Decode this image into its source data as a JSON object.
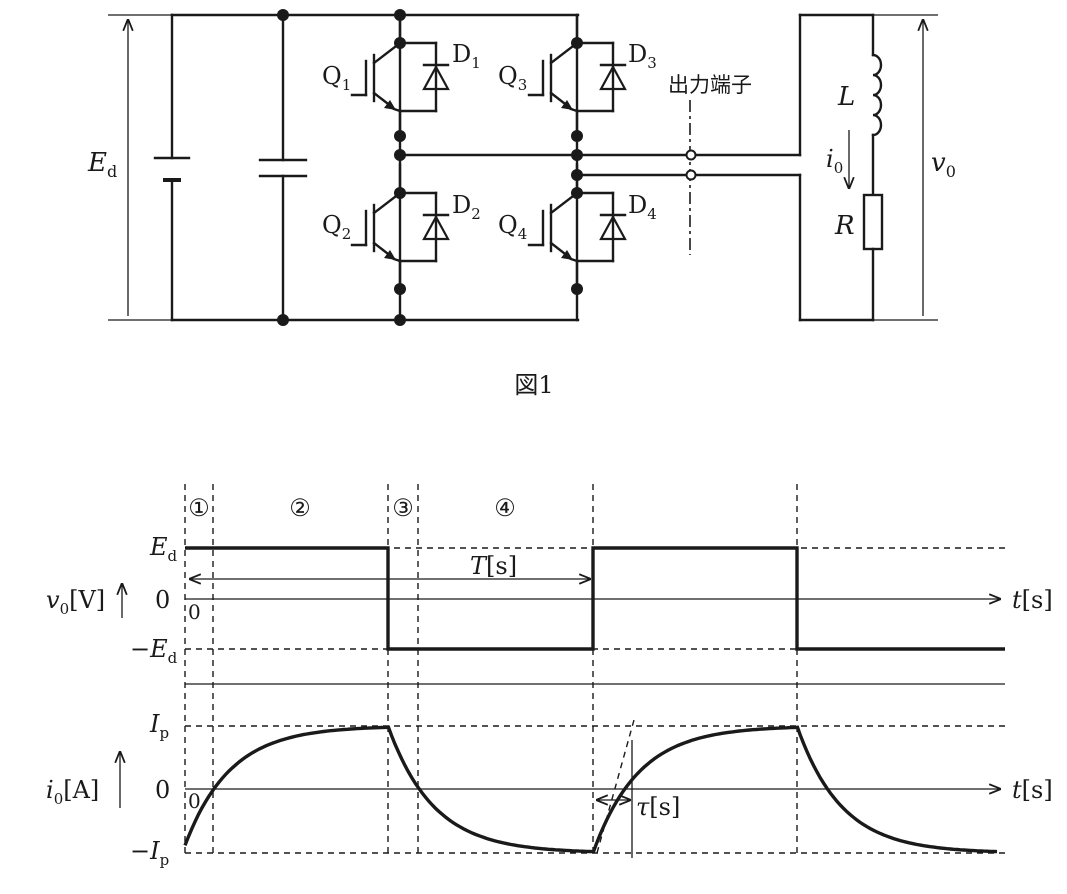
{
  "circuit": {
    "source_label": "E",
    "source_sub": "d",
    "switches": [
      {
        "q": "Q",
        "q_sub": "1",
        "d": "D",
        "d_sub": "1"
      },
      {
        "q": "Q",
        "q_sub": "2",
        "d": "D",
        "d_sub": "2"
      },
      {
        "q": "Q",
        "q_sub": "3",
        "d": "D",
        "d_sub": "3"
      },
      {
        "q": "Q",
        "q_sub": "4",
        "d": "D",
        "d_sub": "4"
      }
    ],
    "output_terminal_label": "出力端子",
    "inductor_label": "L",
    "resistor_label": "R",
    "current_label": "i",
    "current_sub": "0",
    "voltage_label": "v",
    "voltage_sub": "0",
    "figure_caption": "図1"
  },
  "waveforms": {
    "intervals": [
      "①",
      "②",
      "③",
      "④"
    ],
    "voltage": {
      "ylabel_main": "v",
      "ylabel_sub": "0",
      "ylabel_unit": "[V]",
      "levels": [
        {
          "main": "E",
          "sub": "d"
        },
        {
          "main": "0",
          "sub": ""
        },
        {
          "main": "−E",
          "sub": "d"
        }
      ],
      "period_label": "T",
      "period_unit": "[s]",
      "origin_label": "0",
      "time_label": "t",
      "time_unit": "[s]"
    },
    "current": {
      "ylabel_main": "i",
      "ylabel_sub": "0",
      "ylabel_unit": "[A]",
      "levels": [
        {
          "main": "I",
          "sub": "p"
        },
        {
          "main": "0",
          "sub": ""
        },
        {
          "main": "−I",
          "sub": "p"
        }
      ],
      "tau_label": "τ",
      "tau_unit": "[s]",
      "origin_label": "0",
      "time_label": "t",
      "time_unit": "[s]"
    }
  }
}
